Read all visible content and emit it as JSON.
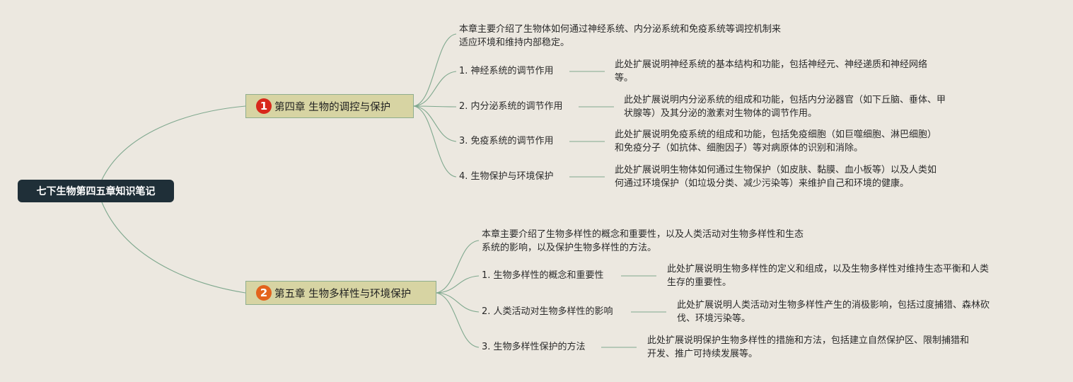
{
  "root": {
    "label": "七下生物第四五章知识笔记"
  },
  "chapters": [
    {
      "badge": "1",
      "title": "第四章 生物的调控与保护",
      "summary": [
        "本章主要介绍了生物体如何通过神经系统、内分泌系统和免疫系统等调控机制来",
        "适应环境和维持内部稳定。"
      ],
      "topics": [
        {
          "label": "1. 神经系统的调节作用",
          "detail": [
            "此处扩展说明神经系统的基本结构和功能，包括神经元、神经递质和神经网络",
            "等。"
          ]
        },
        {
          "label": "2. 内分泌系统的调节作用",
          "detail": [
            "此处扩展说明内分泌系统的组成和功能，包括内分泌器官（如下丘脑、垂体、甲",
            "状腺等）及其分泌的激素对生物体的调节作用。"
          ]
        },
        {
          "label": "3. 免疫系统的调节作用",
          "detail": [
            "此处扩展说明免疫系统的组成和功能，包括免疫细胞（如巨噬细胞、淋巴细胞）",
            "和免疫分子（如抗体、细胞因子）等对病原体的识别和消除。"
          ]
        },
        {
          "label": "4. 生物保护与环境保护",
          "detail": [
            "此处扩展说明生物体如何通过生物保护（如皮肤、黏膜、血小板等）以及人类如",
            "何通过环境保护（如垃圾分类、减少污染等）来维护自己和环境的健康。"
          ]
        }
      ]
    },
    {
      "badge": "2",
      "title": "第五章 生物多样性与环境保护",
      "summary": [
        "本章主要介绍了生物多样性的概念和重要性，以及人类活动对生物多样性和生态",
        "系统的影响，以及保护生物多样性的方法。"
      ],
      "topics": [
        {
          "label": "1. 生物多样性的概念和重要性",
          "detail": [
            "此处扩展说明生物多样性的定义和组成，以及生物多样性对维持生态平衡和人类",
            "生存的重要性。"
          ]
        },
        {
          "label": "2. 人类活动对生物多样性的影响",
          "detail": [
            "此处扩展说明人类活动对生物多样性产生的消极影响，包括过度捕猎、森林砍",
            "伐、环境污染等。"
          ]
        },
        {
          "label": "3. 生物多样性保护的方法",
          "detail": [
            "此处扩展说明保护生物多样性的措施和方法，包括建立自然保护区、限制捕猎和",
            "开发、推广可持续发展等。"
          ]
        }
      ]
    }
  ],
  "colors": {
    "background": "#ece8e0",
    "root_fill": "#1f2f38",
    "chapter_fill": "#d7d4a3",
    "connector": "#7fa88e",
    "badge_1": "#d8281c",
    "badge_2": "#e3631d"
  }
}
